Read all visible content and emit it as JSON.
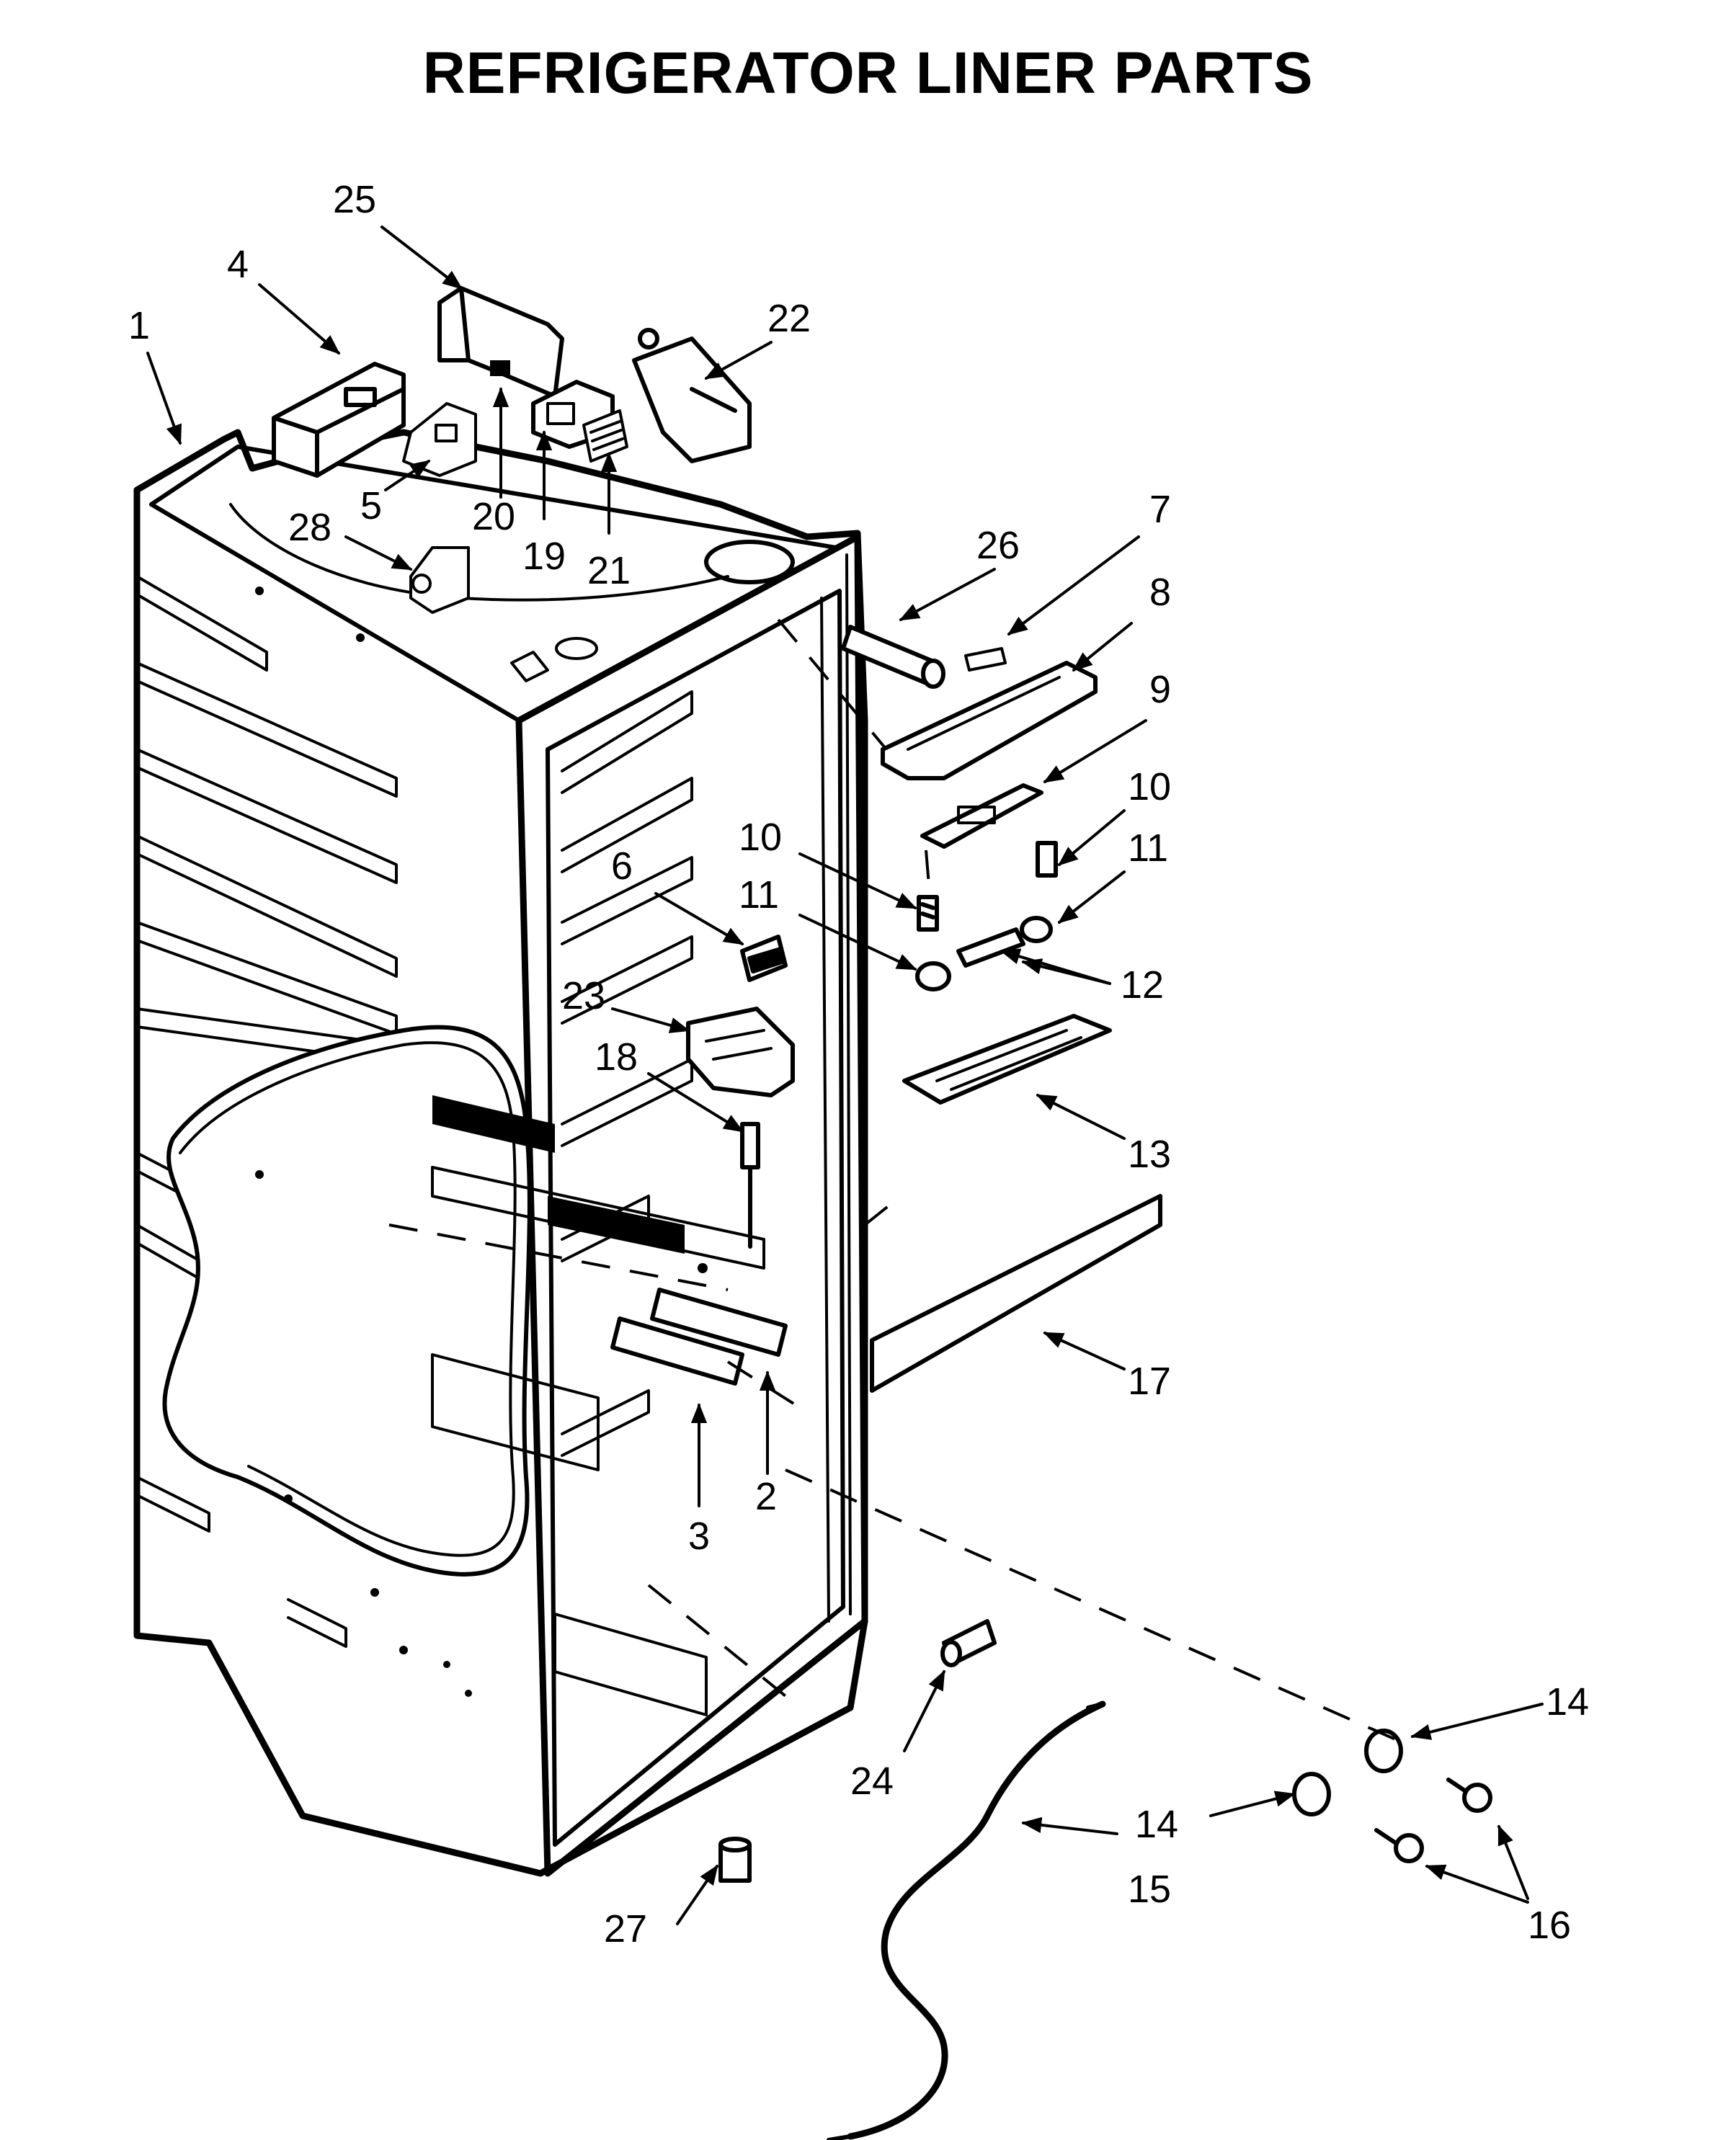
{
  "title": "REFRIGERATOR LINER PARTS",
  "callouts": [
    "1",
    "2",
    "3",
    "4",
    "5",
    "6",
    "7",
    "8",
    "9",
    "10",
    "10",
    "11",
    "11",
    "12",
    "13",
    "14",
    "14",
    "15",
    "16",
    "17",
    "18",
    "19",
    "20",
    "21",
    "22",
    "23",
    "24",
    "25",
    "26",
    "27",
    "28"
  ]
}
